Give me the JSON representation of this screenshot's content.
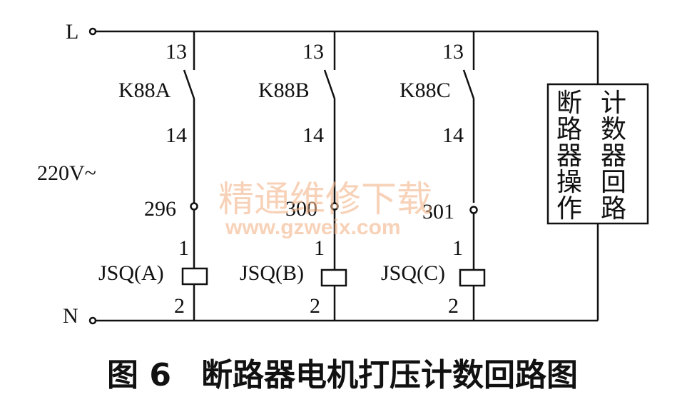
{
  "lines": {
    "live": "L",
    "neutral": "N"
  },
  "supply_voltage": "220V~",
  "branches": [
    {
      "contact_in": "13",
      "contact_out": "14",
      "contact_name": "K88A",
      "node": "296",
      "coil_in": "1",
      "coil_out": "2",
      "coil_name": "JSQ(A)"
    },
    {
      "contact_in": "13",
      "contact_out": "14",
      "contact_name": "K88B",
      "node": "300",
      "coil_in": "1",
      "coil_out": "2",
      "coil_name": "JSQ(B)"
    },
    {
      "contact_in": "13",
      "contact_out": "14",
      "contact_name": "K88C",
      "node": "301",
      "coil_in": "1",
      "coil_out": "2",
      "coil_name": "JSQ(C)"
    }
  ],
  "counter_box": {
    "col1": [
      "断",
      "路",
      "器",
      "操",
      "作"
    ],
    "col2": [
      "计",
      "数",
      "器",
      "回",
      "路"
    ]
  },
  "watermark": {
    "cn": "精通维修下载",
    "url": "www.gzweix.com"
  },
  "caption": {
    "figure": "图 6",
    "title": "断路器电机打压计数回路图"
  }
}
